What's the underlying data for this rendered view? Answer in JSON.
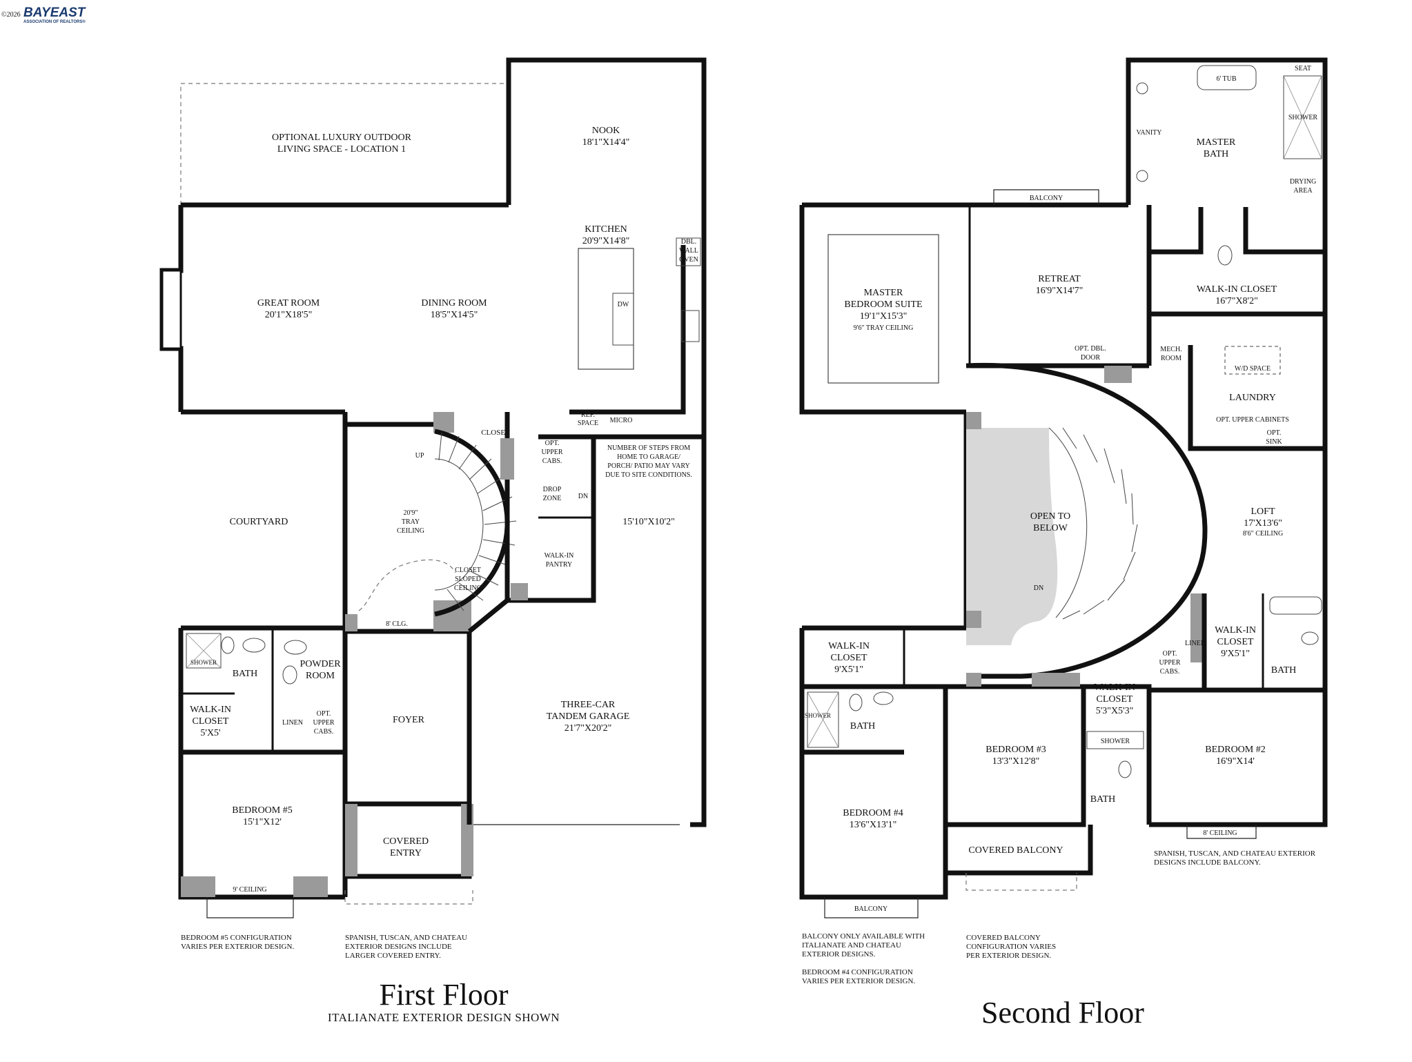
{
  "header": {
    "copyright": "©2026",
    "logo_name": "BAYEAST",
    "logo_sub": "ASSOCIATION OF REALTORS®"
  },
  "first_floor": {
    "title": "First Floor",
    "subtitle": "ITALIANATE EXTERIOR DESIGN SHOWN",
    "rooms": {
      "outdoor_1": "OPTIONAL LUXURY OUTDOOR",
      "outdoor_2": "LIVING SPACE - LOCATION 1",
      "nook": "NOOK",
      "nook_size": "18'1\"X14'4\"",
      "kitchen": "KITCHEN",
      "kitchen_size": "20'9\"X14'8\"",
      "dbl_wall_oven_1": "DBL.",
      "dbl_wall_oven_2": "WALL",
      "dbl_wall_oven_3": "OVEN",
      "dw": "DW",
      "great_room": "GREAT ROOM",
      "great_room_size": "20'1\"X18'5\"",
      "dining_room": "DINING ROOM",
      "dining_room_size": "18'5\"X14'5\"",
      "ref_space_1": "REF.",
      "ref_space_2": "SPACE",
      "micro": "MICRO",
      "closet": "CLOSET",
      "opt_upper_cabs_1": "OPT.",
      "opt_upper_cabs_2": "UPPER",
      "opt_upper_cabs_3": "CABS.",
      "steps_note_1": "NUMBER OF STEPS FROM",
      "steps_note_2": "HOME TO GARAGE/",
      "steps_note_3": "PORCH/ PATIO MAY VARY",
      "steps_note_4": "DUE TO SITE CONDITIONS.",
      "up": "UP",
      "tray_1": "20'9\"",
      "tray_2": "TRAY",
      "tray_3": "CEILING",
      "drop_zone_1": "DROP",
      "drop_zone_2": "ZONE",
      "dn": "DN",
      "garage_dim": "15'10\"X10'2\"",
      "courtyard": "COURTYARD",
      "walk_in_pantry_1": "WALK-IN",
      "walk_in_pantry_2": "PANTRY",
      "closet_sloped_1": "CLOSET",
      "closet_sloped_2": "SLOPED",
      "closet_sloped_3": "CEILING",
      "clg_8": "8' CLG.",
      "shower": "SHOWER",
      "bath": "BATH",
      "powder_1": "POWDER",
      "powder_2": "ROOM",
      "walk_in_closet_1": "WALK-IN",
      "walk_in_closet_2": "CLOSET",
      "walk_in_closet_size": "5'X5'",
      "linen": "LINEN",
      "opt_upper_cabs_b1": "OPT.",
      "opt_upper_cabs_b2": "UPPER",
      "opt_upper_cabs_b3": "CABS.",
      "foyer": "FOYER",
      "garage_1": "THREE-CAR",
      "garage_2": "TANDEM GARAGE",
      "garage_size": "21'7\"X20'2\"",
      "bedroom5": "BEDROOM #5",
      "bedroom5_size": "15'1\"X12'",
      "covered_entry_1": "COVERED",
      "covered_entry_2": "ENTRY",
      "ceiling_9": "9' CEILING"
    },
    "notes": {
      "note1_1": "BEDROOM #5 CONFIGURATION",
      "note1_2": "VARIES PER EXTERIOR DESIGN.",
      "note2_1": "SPANISH, TUSCAN, AND CHATEAU",
      "note2_2": "EXTERIOR DESIGNS INCLUDE",
      "note2_3": "LARGER COVERED ENTRY."
    }
  },
  "second_floor": {
    "title": "Second Floor",
    "rooms": {
      "tub": "6' TUB",
      "seat": "SEAT",
      "vanity": "VANITY",
      "master_bath_1": "MASTER",
      "master_bath_2": "BATH",
      "shower": "SHOWER",
      "drying_1": "DRYING",
      "drying_2": "AREA",
      "balcony_top": "BALCONY",
      "master_suite_1": "MASTER",
      "master_suite_2": "BEDROOM SUITE",
      "master_suite_size": "19'1\"X15'3\"",
      "master_suite_ceiling": "9'6\" TRAY CEILING",
      "retreat": "RETREAT",
      "retreat_size": "16'9\"X14'7\"",
      "walk_in_closet_m": "WALK-IN CLOSET",
      "walk_in_closet_m_size": "16'7\"X8'2\"",
      "opt_dbl_door_1": "OPT. DBL.",
      "opt_dbl_door_2": "DOOR",
      "mech_1": "MECH.",
      "mech_2": "ROOM",
      "wd_space": "W/D SPACE",
      "laundry": "LAUNDRY",
      "opt_upper_cabinets": "OPT. UPPER CABINETS",
      "opt_sink_1": "OPT.",
      "opt_sink_2": "SINK",
      "open_below_1": "OPEN TO",
      "open_below_2": "BELOW",
      "loft": "LOFT",
      "loft_size": "17'X13'6\"",
      "loft_ceiling": "8'6\" CEILING",
      "dn": "DN",
      "wic4_1": "WALK-IN",
      "wic4_2": "CLOSET",
      "wic4_size": "9'X5'1\"",
      "opt_upper_cabs_1": "OPT.",
      "opt_upper_cabs_2": "UPPER",
      "opt_upper_cabs_3": "CABS.",
      "linen": "LINEN",
      "wic2_1": "WALK-IN",
      "wic2_2": "CLOSET",
      "wic2_size": "9'X5'1\"",
      "bath": "BATH",
      "shower_4": "SHOWER",
      "bath_4": "BATH",
      "wic3_1": "WALK-IN",
      "wic3_2": "CLOSET",
      "wic3_size": "5'3\"X5'3\"",
      "bedroom3": "BEDROOM #3",
      "bedroom3_size": "13'3\"X12'8\"",
      "shower_3": "SHOWER",
      "bath_3": "BATH",
      "bedroom2": "BEDROOM #2",
      "bedroom2_size": "16'9\"X14'",
      "bedroom4": "BEDROOM #4",
      "bedroom4_size": "13'6\"X13'1\"",
      "covered_balcony": "COVERED BALCONY",
      "ceiling_8": "8' CEILING",
      "balcony_bottom": "BALCONY"
    },
    "notes": {
      "note1_1": "SPANISH, TUSCAN, AND CHATEAU EXTERIOR",
      "note1_2": "DESIGNS INCLUDE BALCONY.",
      "note2_1": "BALCONY ONLY AVAILABLE WITH",
      "note2_2": "ITALIANATE AND CHATEAU",
      "note2_3": "EXTERIOR DESIGNS.",
      "note3_1": "COVERED BALCONY",
      "note3_2": "CONFIGURATION VARIES",
      "note3_3": "PER EXTERIOR DESIGN.",
      "note4_1": "BEDROOM #4 CONFIGURATION",
      "note4_2": "VARIES PER EXTERIOR DESIGN."
    }
  }
}
